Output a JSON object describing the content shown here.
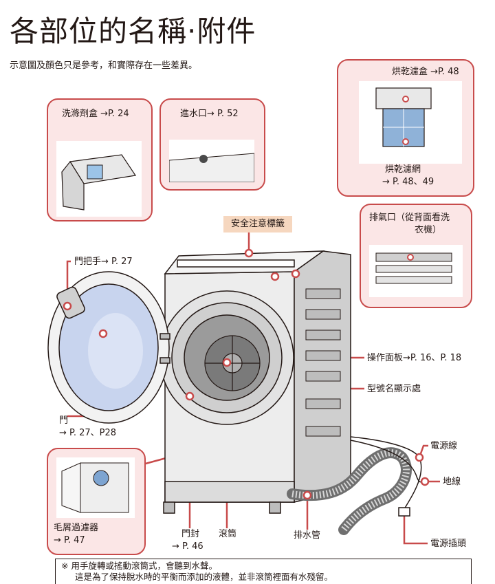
{
  "title": "各部位的名稱‧附件",
  "subtitle": "示意圖及顏色只是參考，和實際存在一些差異。",
  "safety_label": "安全注意標籤",
  "callouts": {
    "detergent": "洗滌劑盒 →P. 24",
    "water_inlet": "進水口→ P. 52",
    "dry_filter_box": "烘乾濾盒 →P. 48",
    "dry_filter_net_1": "烘乾濾網",
    "dry_filter_net_2": "→ P. 48、49",
    "exhaust_1": "排氣口（從背面看洗",
    "exhaust_2": "衣機）",
    "lint_filter_1": "毛屑過濾器",
    "lint_filter_2": "→ P. 47"
  },
  "labels": {
    "door_handle": "門把手→ P. 27",
    "control_panel": "操作面板→P. 16、P. 18",
    "model_plate": "型號名顯示處",
    "door_1": "門",
    "door_2": "→ P. 27、P28",
    "door_seal_1": "門封",
    "door_seal_2": "→ P. 46",
    "drum": "滾筒",
    "drain_hose": "排水管",
    "power_cord": "電源線",
    "ground_wire": "地線",
    "power_plug": "電源插頭"
  },
  "note": {
    "line1": "※  用手旋轉或搖動滾筒式，會聽到水聲。",
    "line2": "這是為了保持脫水時的平衡而添加的液體，並非滾筒裡面有水殘留。"
  },
  "colors": {
    "accent": "#c84b4b",
    "callout_fill": "#fbe6e6",
    "safety_fill": "#f6d7bf",
    "line_art": "#231815",
    "door_glass": "#c8d4ee"
  }
}
